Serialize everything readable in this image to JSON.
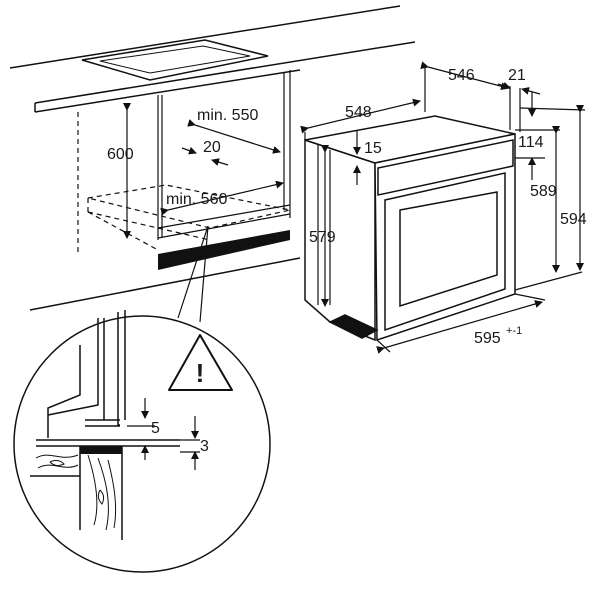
{
  "dimensions": {
    "cabinet_depth": "min. 550",
    "cabinet_height": "600",
    "rear_gap": "20",
    "cabinet_width": "min. 560",
    "oven_depth_total": "546",
    "panel_offset": "21",
    "oven_top_depth": "548",
    "top_step": "15",
    "top_to_panel": "114",
    "oven_body_height": "579",
    "front_inner_height": "589",
    "front_height": "594",
    "front_width": "595",
    "front_width_tolerance": "+-1",
    "detail_gap_upper": "5",
    "detail_gap_lower": "3"
  },
  "warning_symbol": "!",
  "icons": [
    "warning-triangle-icon"
  ]
}
